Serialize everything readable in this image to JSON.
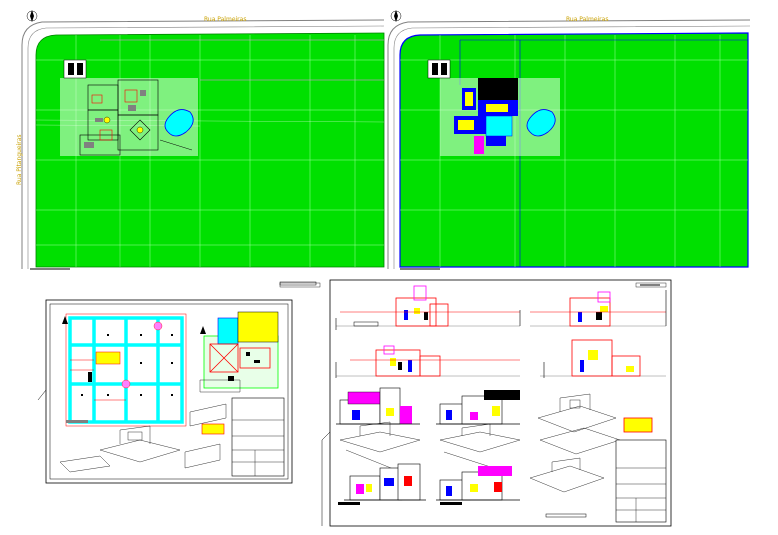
{
  "drawing": {
    "street_label_top_left": "Rua Palmeiras",
    "street_label_top_right": "Rua Palmeiras",
    "street_label_vertical": "Rua Pitangueiras",
    "colors": {
      "lot_green": "#00e000",
      "lot_green_dark": "#00c800",
      "wall_red": "#ff0000",
      "plan_blue": "#0000ff",
      "line_cyan": "#00ffff",
      "pool_cyan": "#00ffff",
      "accent_magenta": "#ff00ff",
      "accent_yellow": "#ffff00",
      "ink_black": "#000000",
      "frame_grey": "#808080"
    }
  }
}
